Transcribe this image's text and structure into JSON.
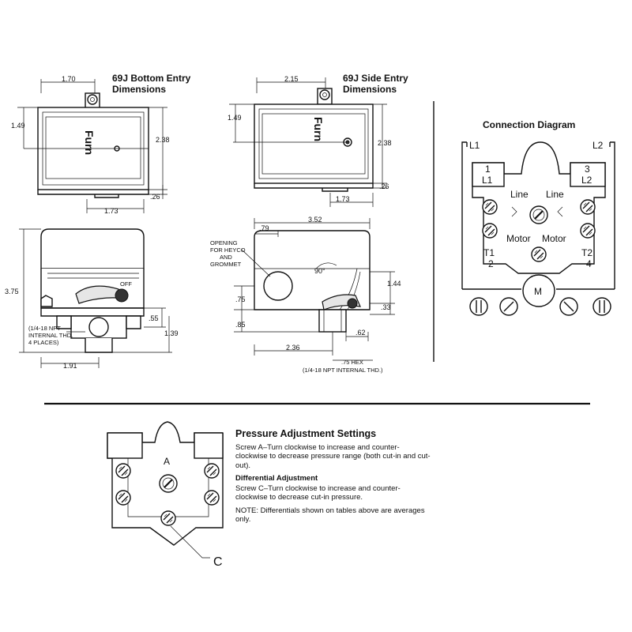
{
  "bottom_entry": {
    "title_line1": "69J Bottom Entry",
    "title_line2": "Dimensions",
    "brand": "Furn",
    "dims": {
      "top_width": "1.70",
      "left_height": "1.49",
      "right_height": "2.38",
      "small_right": ".26",
      "bottom_width": "1.73"
    }
  },
  "side_entry": {
    "title_line1": "69J Side Entry",
    "title_line2": "Dimensions",
    "brand": "Furn",
    "dims": {
      "top_width": "2.15",
      "left_height": "1.49",
      "right_height": "2.38",
      "small_right": ".26",
      "bottom_width": "1.73"
    }
  },
  "bottom_side_view": {
    "off_label": "OFF",
    "dims": {
      "height": "3.75",
      "right_a": ".55",
      "right_b": "1.39",
      "bottom": "1.91"
    },
    "thread_note": [
      "(1/4-18 NPT",
      "INTERNAL THD.",
      "4 PLACES)"
    ]
  },
  "side_side_view": {
    "opening_note": [
      "OPENING",
      "FOR HEYCO",
      "AND",
      "GROMMET"
    ],
    "angle": "90°",
    "dims": {
      "top_width": "3.52",
      "top_small": ".79",
      "right_height": "1.44",
      "right_small": ".33",
      "left_a": ".75",
      "left_b": ".85",
      "bottom_small": ".62",
      "bottom_width": "2.36"
    },
    "hex_note": [
      ".75 HEX",
      "(1/4-18 NPT INTERNAL THD.)"
    ]
  },
  "connection_diagram": {
    "title": "Connection Diagram",
    "l1": "L1",
    "l2": "L2",
    "box_left": [
      "1",
      "L1"
    ],
    "box_right": [
      "3",
      "L2"
    ],
    "line_left": "Line",
    "line_right": "Line",
    "motor_left": "Motor",
    "motor_right": "Motor",
    "t1": [
      "T1",
      "2"
    ],
    "t2": [
      "T2",
      "4"
    ],
    "motor_symbol": "M"
  },
  "adjustment_figure": {
    "screw_a": "A",
    "screw_c": "C"
  },
  "text": {
    "heading": "Pressure Adjustment Settings",
    "body1": "Screw A–Turn clockwise to increase and counter-clockwise to decrease pressure range (both cut-in and cut-out).",
    "subheading": "Differential Adjustment",
    "body2": "Screw C–Turn clockwise to increase and counter-clockwise to decrease cut-in pressure.",
    "note": "NOTE: Differentials shown on tables above are averages only."
  }
}
